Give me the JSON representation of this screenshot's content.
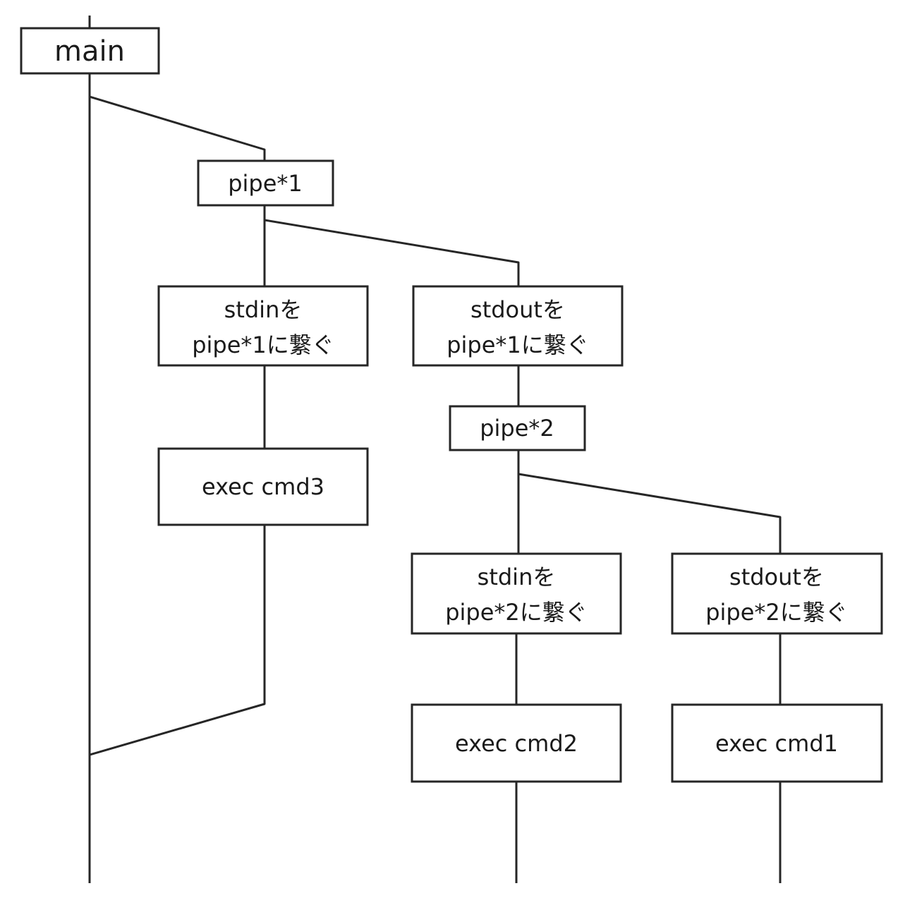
{
  "boxes": {
    "main": {
      "lines": [
        "main"
      ]
    },
    "pipe1": {
      "lines": [
        "pipe*1"
      ]
    },
    "stdin_pipe1": {
      "lines": [
        "stdinを",
        "pipe*1に繋ぐ"
      ]
    },
    "stdout_pipe1": {
      "lines": [
        "stdoutを",
        "pipe*1に繋ぐ"
      ]
    },
    "exec_cmd3": {
      "lines": [
        "exec cmd3"
      ]
    },
    "pipe2": {
      "lines": [
        "pipe*2"
      ]
    },
    "stdin_pipe2": {
      "lines": [
        "stdinを",
        "pipe*2に繋ぐ"
      ]
    },
    "stdout_pipe2": {
      "lines": [
        "stdoutを",
        "pipe*2に繋ぐ"
      ]
    },
    "exec_cmd2": {
      "lines": [
        "exec cmd2"
      ]
    },
    "exec_cmd1": {
      "lines": [
        "exec cmd1"
      ]
    }
  }
}
